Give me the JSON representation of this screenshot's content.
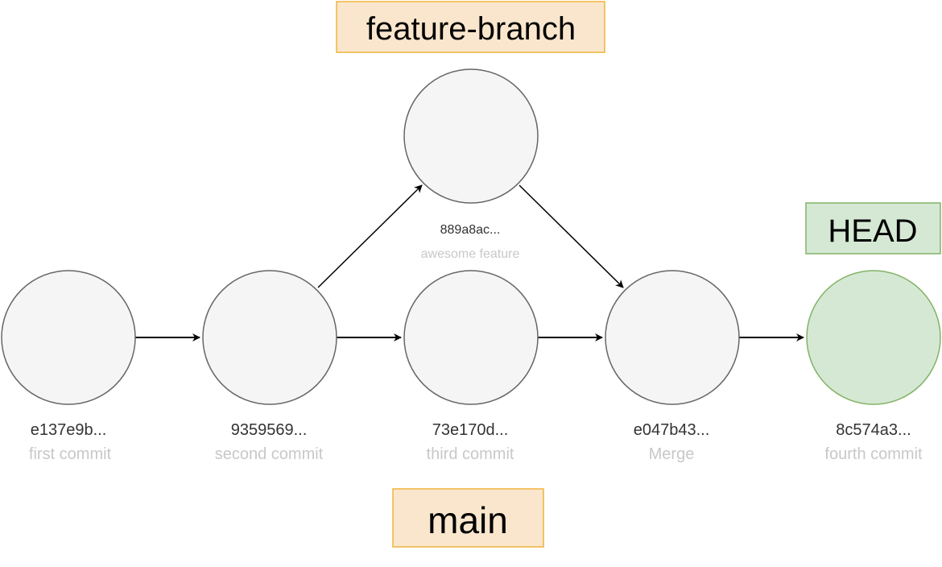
{
  "commits": [
    {
      "id": "c1",
      "hash": "e137e9b...",
      "message": "first commit"
    },
    {
      "id": "c2",
      "hash": "9359569...",
      "message": "second commit"
    },
    {
      "id": "c3",
      "hash": "73e170d...",
      "message": "third commit"
    },
    {
      "id": "c4",
      "hash": "889a8ac...",
      "message": "awesome feature"
    },
    {
      "id": "c5",
      "hash": "e047b43...",
      "message": "Merge"
    },
    {
      "id": "c6",
      "hash": "8c574a3...",
      "message": "fourth commit"
    }
  ],
  "labels": {
    "feature_branch": "feature-branch",
    "main": "main",
    "head": "HEAD"
  },
  "colors": {
    "commit_fill": "#f5f5f5",
    "commit_stroke": "#666666",
    "head_commit_fill": "#d5e8d4",
    "head_commit_stroke": "#82b366",
    "branch_label_fill": "#fae6cd",
    "branch_label_stroke": "#f0b43c",
    "head_label_fill": "#d5e8d4",
    "head_label_stroke": "#82b366",
    "arrow": "#000000"
  }
}
